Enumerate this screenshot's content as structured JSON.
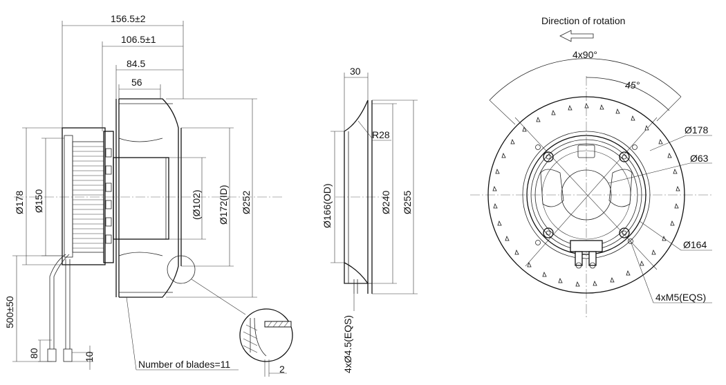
{
  "side_view": {
    "d_total_length": "156.5±2",
    "d_body_length": "106.5±1",
    "d_impeller_depth": "84.5",
    "d_inlet_depth": "56",
    "d_motor_diameter": "Ø178",
    "d_flange_diameter": "Ø150",
    "d_hub_diameter": "(Ø102)",
    "d_inner_diameter": "Ø172(ID)",
    "d_outer_diameter": "Ø252",
    "d_cable_length": "500±50",
    "d_cable_strip": "80",
    "d_cable_end": "10",
    "d_detail_gap": "2",
    "blades_label": "Number of blades=11"
  },
  "ring_view": {
    "d_ring_depth": "30",
    "d_radius": "R28",
    "d_od": "Ø166(OD)",
    "d_240": "Ø240",
    "d_255": "Ø255",
    "d_holes": "4xØ4.5(EQS)"
  },
  "front_view": {
    "rotation_title": "Direction of rotation",
    "d_angle_4x90": "4x90°",
    "d_angle_45": "45°",
    "d_178": "Ø178",
    "d_63": "Ø63",
    "d_164": "Ø164",
    "d_screws": "4xM5(EQS)"
  }
}
